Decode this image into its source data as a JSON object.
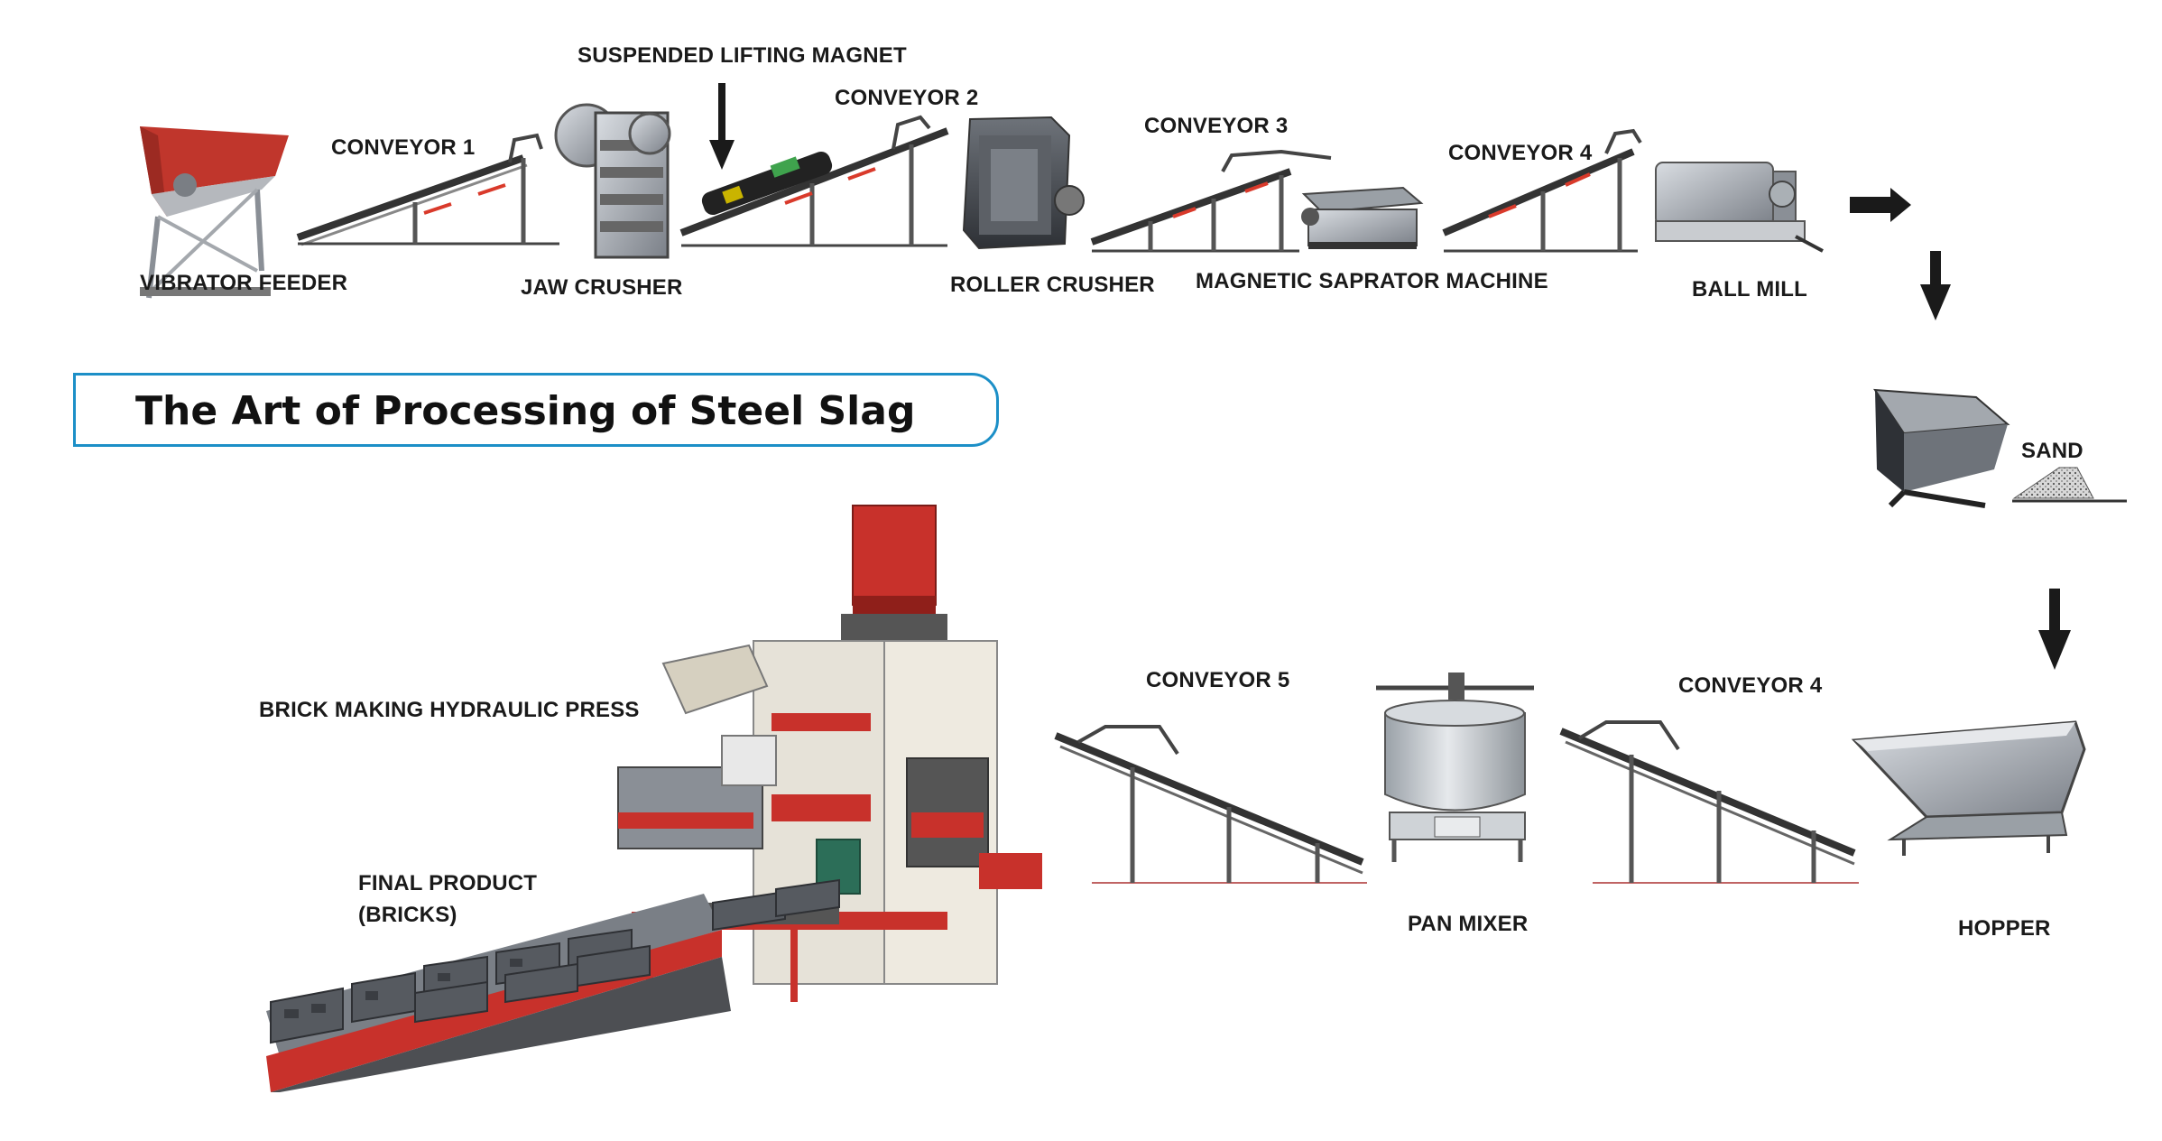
{
  "title": "The Art of Processing of Steel Slag",
  "labels": {
    "suspended_lifting_magnet": "SUSPENDED LIFTING MAGNET",
    "conveyor_1": "CONVEYOR 1",
    "conveyor_2": "CONVEYOR 2",
    "conveyor_3": "CONVEYOR 3",
    "conveyor_4_top": "CONVEYOR 4",
    "vibrator_feeder": "VIBRATOR FEEDER",
    "jaw_crusher": "JAW CRUSHER",
    "roller_crusher": "ROLLER CRUSHER",
    "magnetic_separator": "MAGNETIC SAPRATOR MACHINE",
    "ball_mill": "BALL MILL",
    "sand": "SAND",
    "conveyor_5": "CONVEYOR 5",
    "conveyor_4_bottom": "CONVEYOR  4",
    "brick_press": "BRICK MAKING HYDRAULIC PRESS",
    "final_product_line1": "FINAL PRODUCT",
    "final_product_line2": "(BRICKS)",
    "pan_mixer": "PAN MIXER",
    "hopper": "HOPPER"
  },
  "colors": {
    "title_border": "#1c8fc7",
    "press_red": "#c8312b",
    "machine_grey": "#8a8f96",
    "arrow_black": "#1a1a1a",
    "belt_arrow_red": "#d93a2b"
  }
}
